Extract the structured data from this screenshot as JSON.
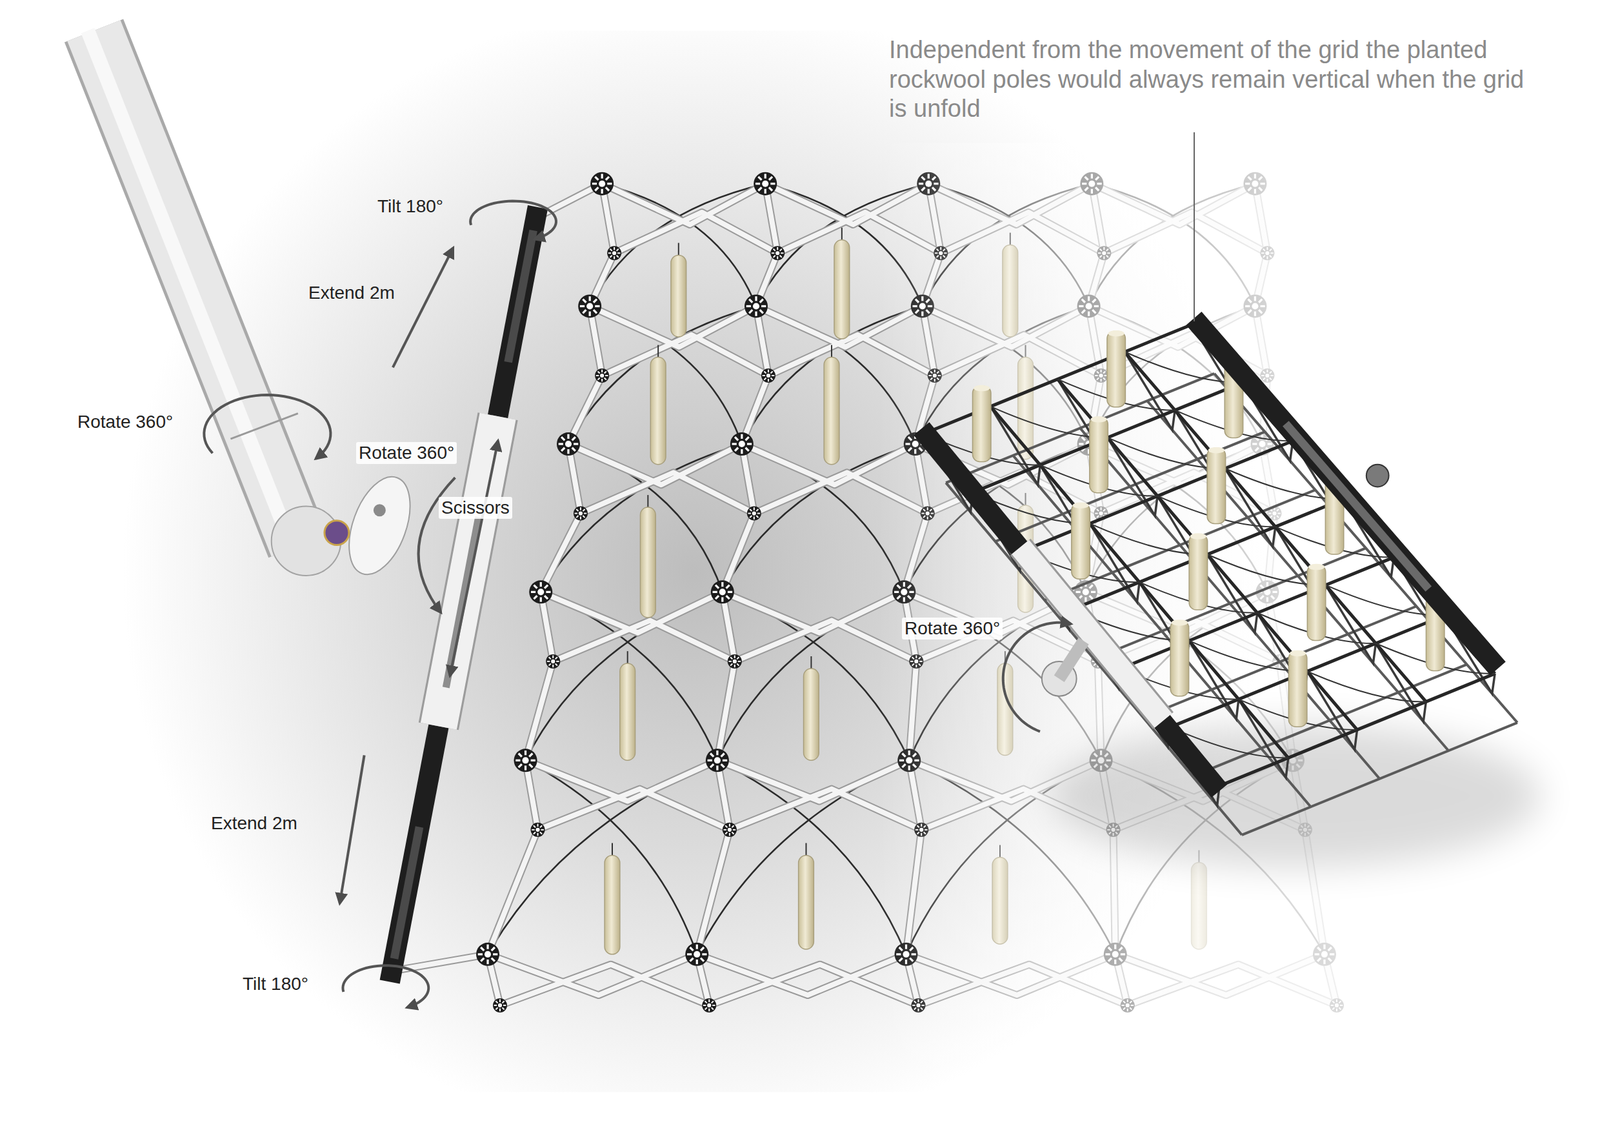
{
  "diagram": {
    "labels": [
      "Independent from the movement of the grid the planted rockwool poles would always remain vertical when the grid is unfold",
      "Tilt 180°",
      "Extend 2m",
      "Rotate 360°",
      "Rotate 360°",
      "Scissors",
      "Rotate 360°",
      "Extend 2m",
      "Tilt 180°"
    ]
  }
}
